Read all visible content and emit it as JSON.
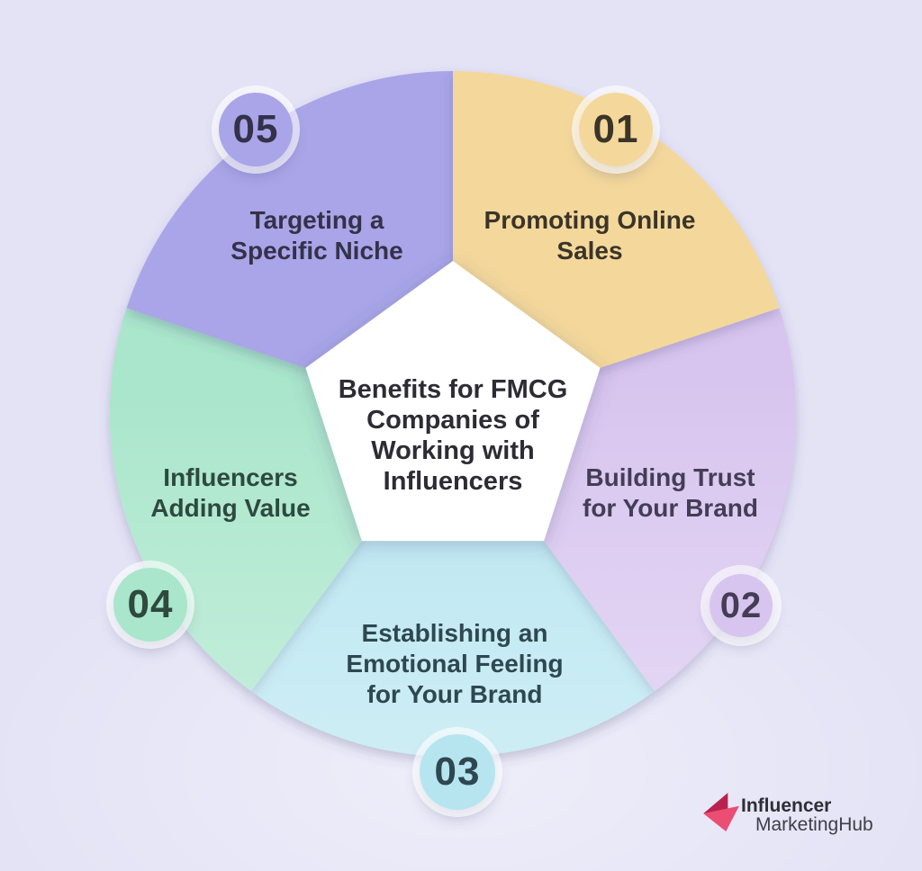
{
  "page": {
    "background": "#e4e3f6"
  },
  "wheel": {
    "center_title": "Benefits for FMCG Companies of Working with Influencers",
    "center_fill": "#ffffff",
    "center_text_color": "#2d2c35",
    "segments": [
      {
        "number": "01",
        "label": "Promoting Online Sales",
        "color": "#f4d89b",
        "text_color": "#3b3429"
      },
      {
        "number": "02",
        "label": "Building Trust for Your Brand",
        "color": "#d8c5ef",
        "text_color": "#443d56"
      },
      {
        "number": "03",
        "label": "Establishing an Emotional Feeling for Your Brand",
        "color": "#b6e5f0",
        "text_color": "#2e4750"
      },
      {
        "number": "04",
        "label": "Influencers Adding Value",
        "color": "#a9e6cb",
        "text_color": "#2e493e"
      },
      {
        "number": "05",
        "label": "Targeting a Specific Niche",
        "color": "#a9a5e8",
        "text_color": "#33324a"
      }
    ]
  },
  "logo": {
    "word1": "Influencer",
    "word2": "Marketing",
    "word3": "Hub",
    "icon_color_dark": "#b82350",
    "icon_color_bright": "#eb4d73",
    "word1_color": "#2e2e36",
    "word23_color": "#3e3e47"
  }
}
